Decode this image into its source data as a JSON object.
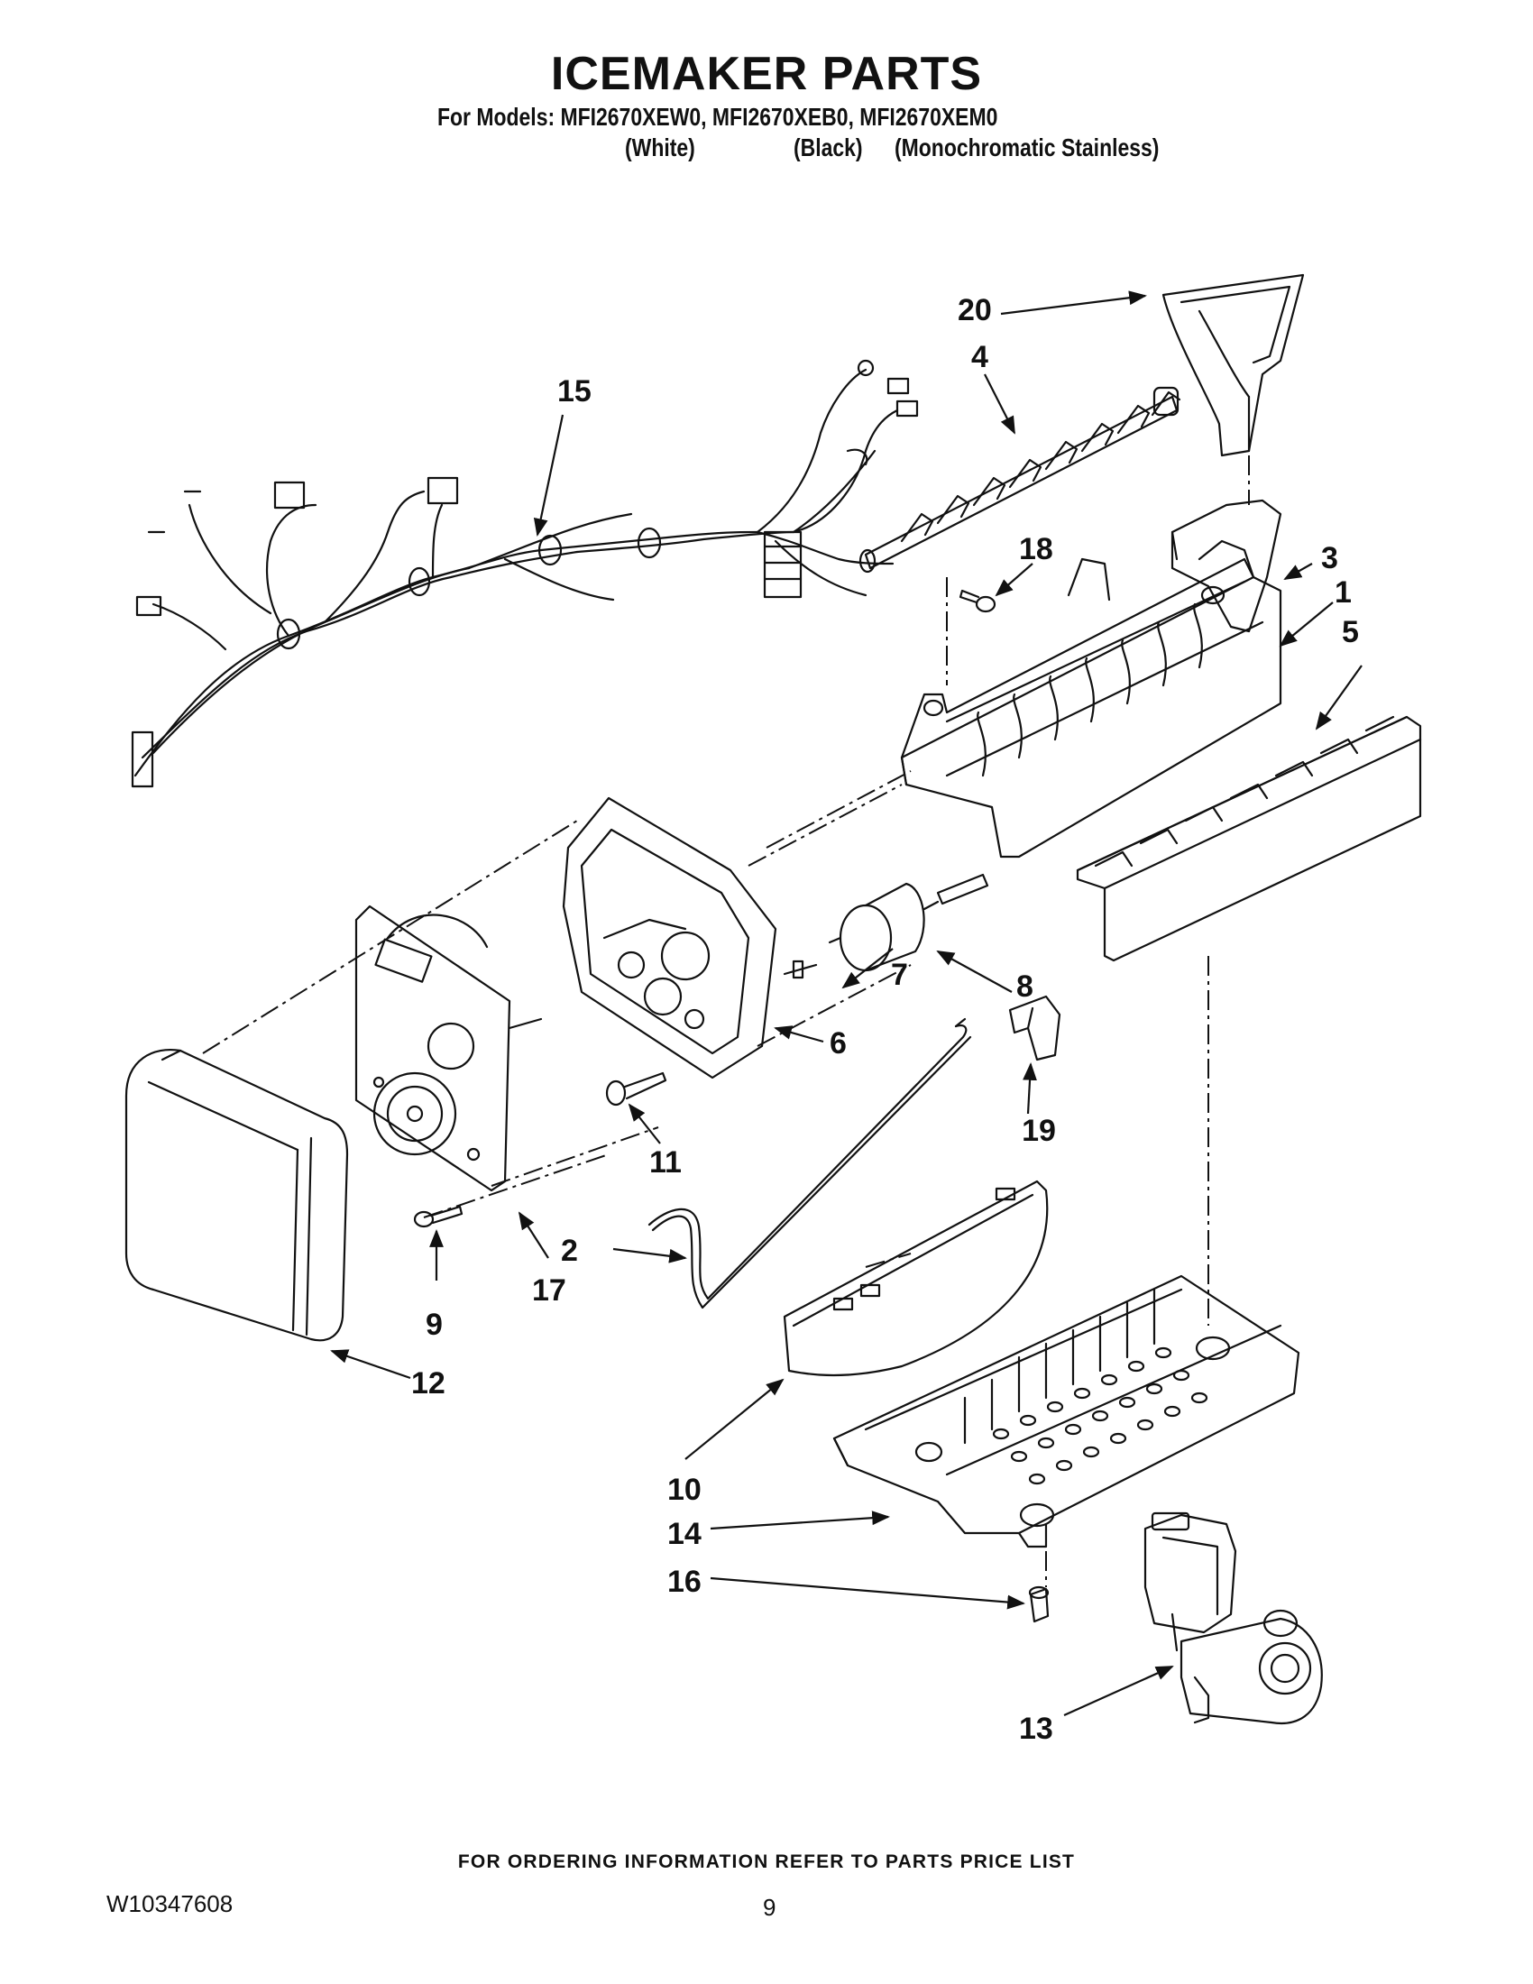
{
  "header": {
    "title": "ICEMAKER PARTS",
    "models_line": "For Models: MFI2670XEW0, MFI2670XEB0, MFI2670XEM0",
    "variants": [
      "(White)",
      "(Black)",
      "(Monochromatic Stainless)"
    ]
  },
  "callouts": [
    "1",
    "2",
    "3",
    "4",
    "5",
    "6",
    "7",
    "8",
    "9",
    "10",
    "11",
    "12",
    "13",
    "14",
    "15",
    "16",
    "17",
    "18",
    "19",
    "20"
  ],
  "footer": {
    "note": "FOR ORDERING INFORMATION REFER TO PARTS PRICE LIST",
    "doc_id": "W10347608",
    "page": "9"
  },
  "colors": {
    "line": "#111111",
    "paper": "#ffffff"
  }
}
